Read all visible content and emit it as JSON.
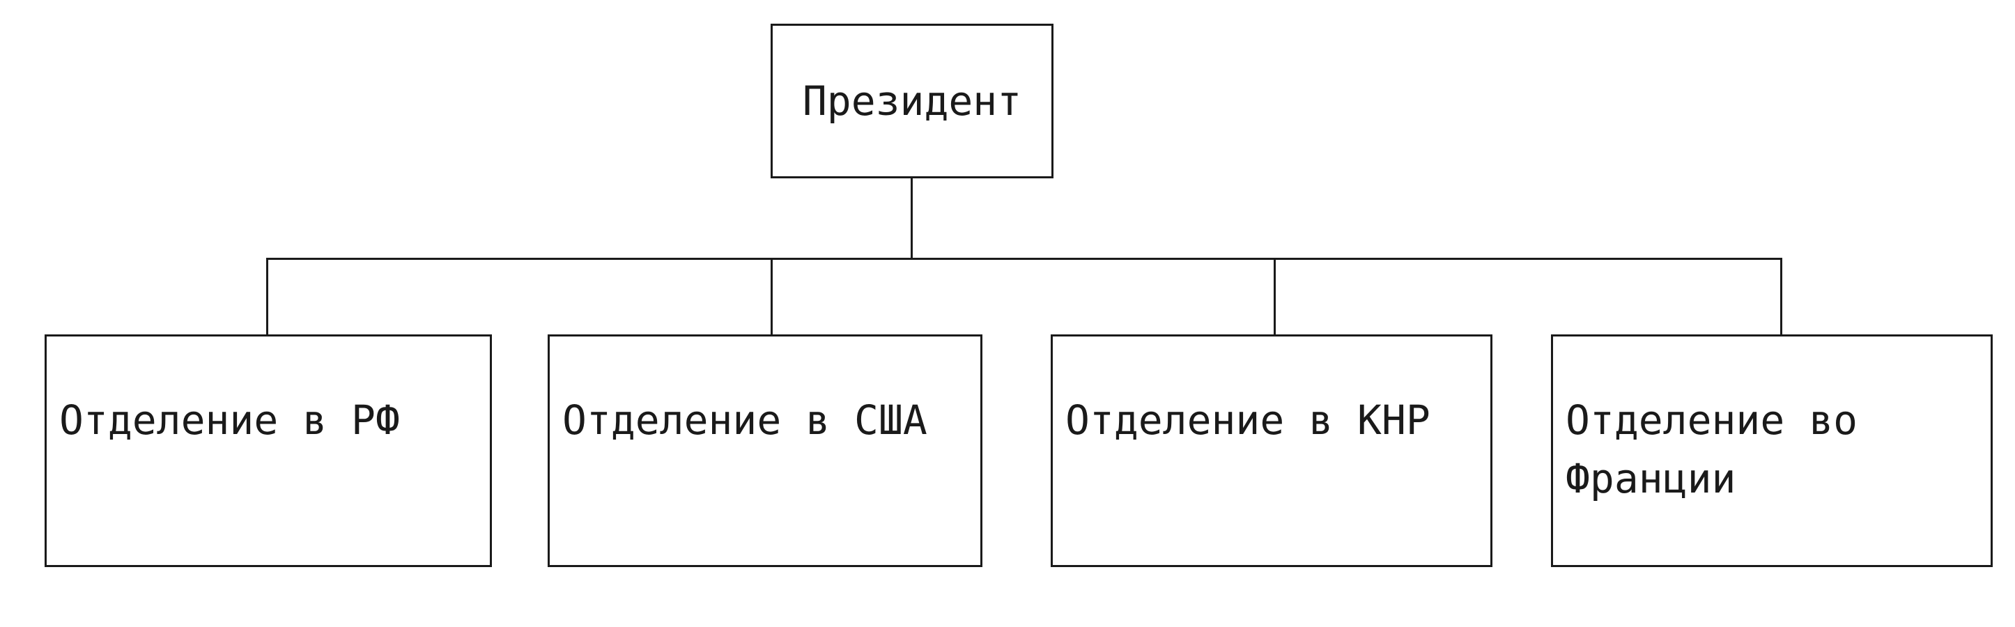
{
  "diagram": {
    "top_node": {
      "label": "Президент"
    },
    "children": [
      {
        "label_line1": "Отделение в РФ",
        "label_line2": ""
      },
      {
        "label_line1": "Отделение в США",
        "label_line2": ""
      },
      {
        "label_line1": "Отделение в КНР",
        "label_line2": ""
      },
      {
        "label_line1": "Отделение во",
        "label_line2": "Франции"
      }
    ],
    "colors": {
      "line": "#1a1a1a",
      "background": "#ffffff"
    }
  }
}
